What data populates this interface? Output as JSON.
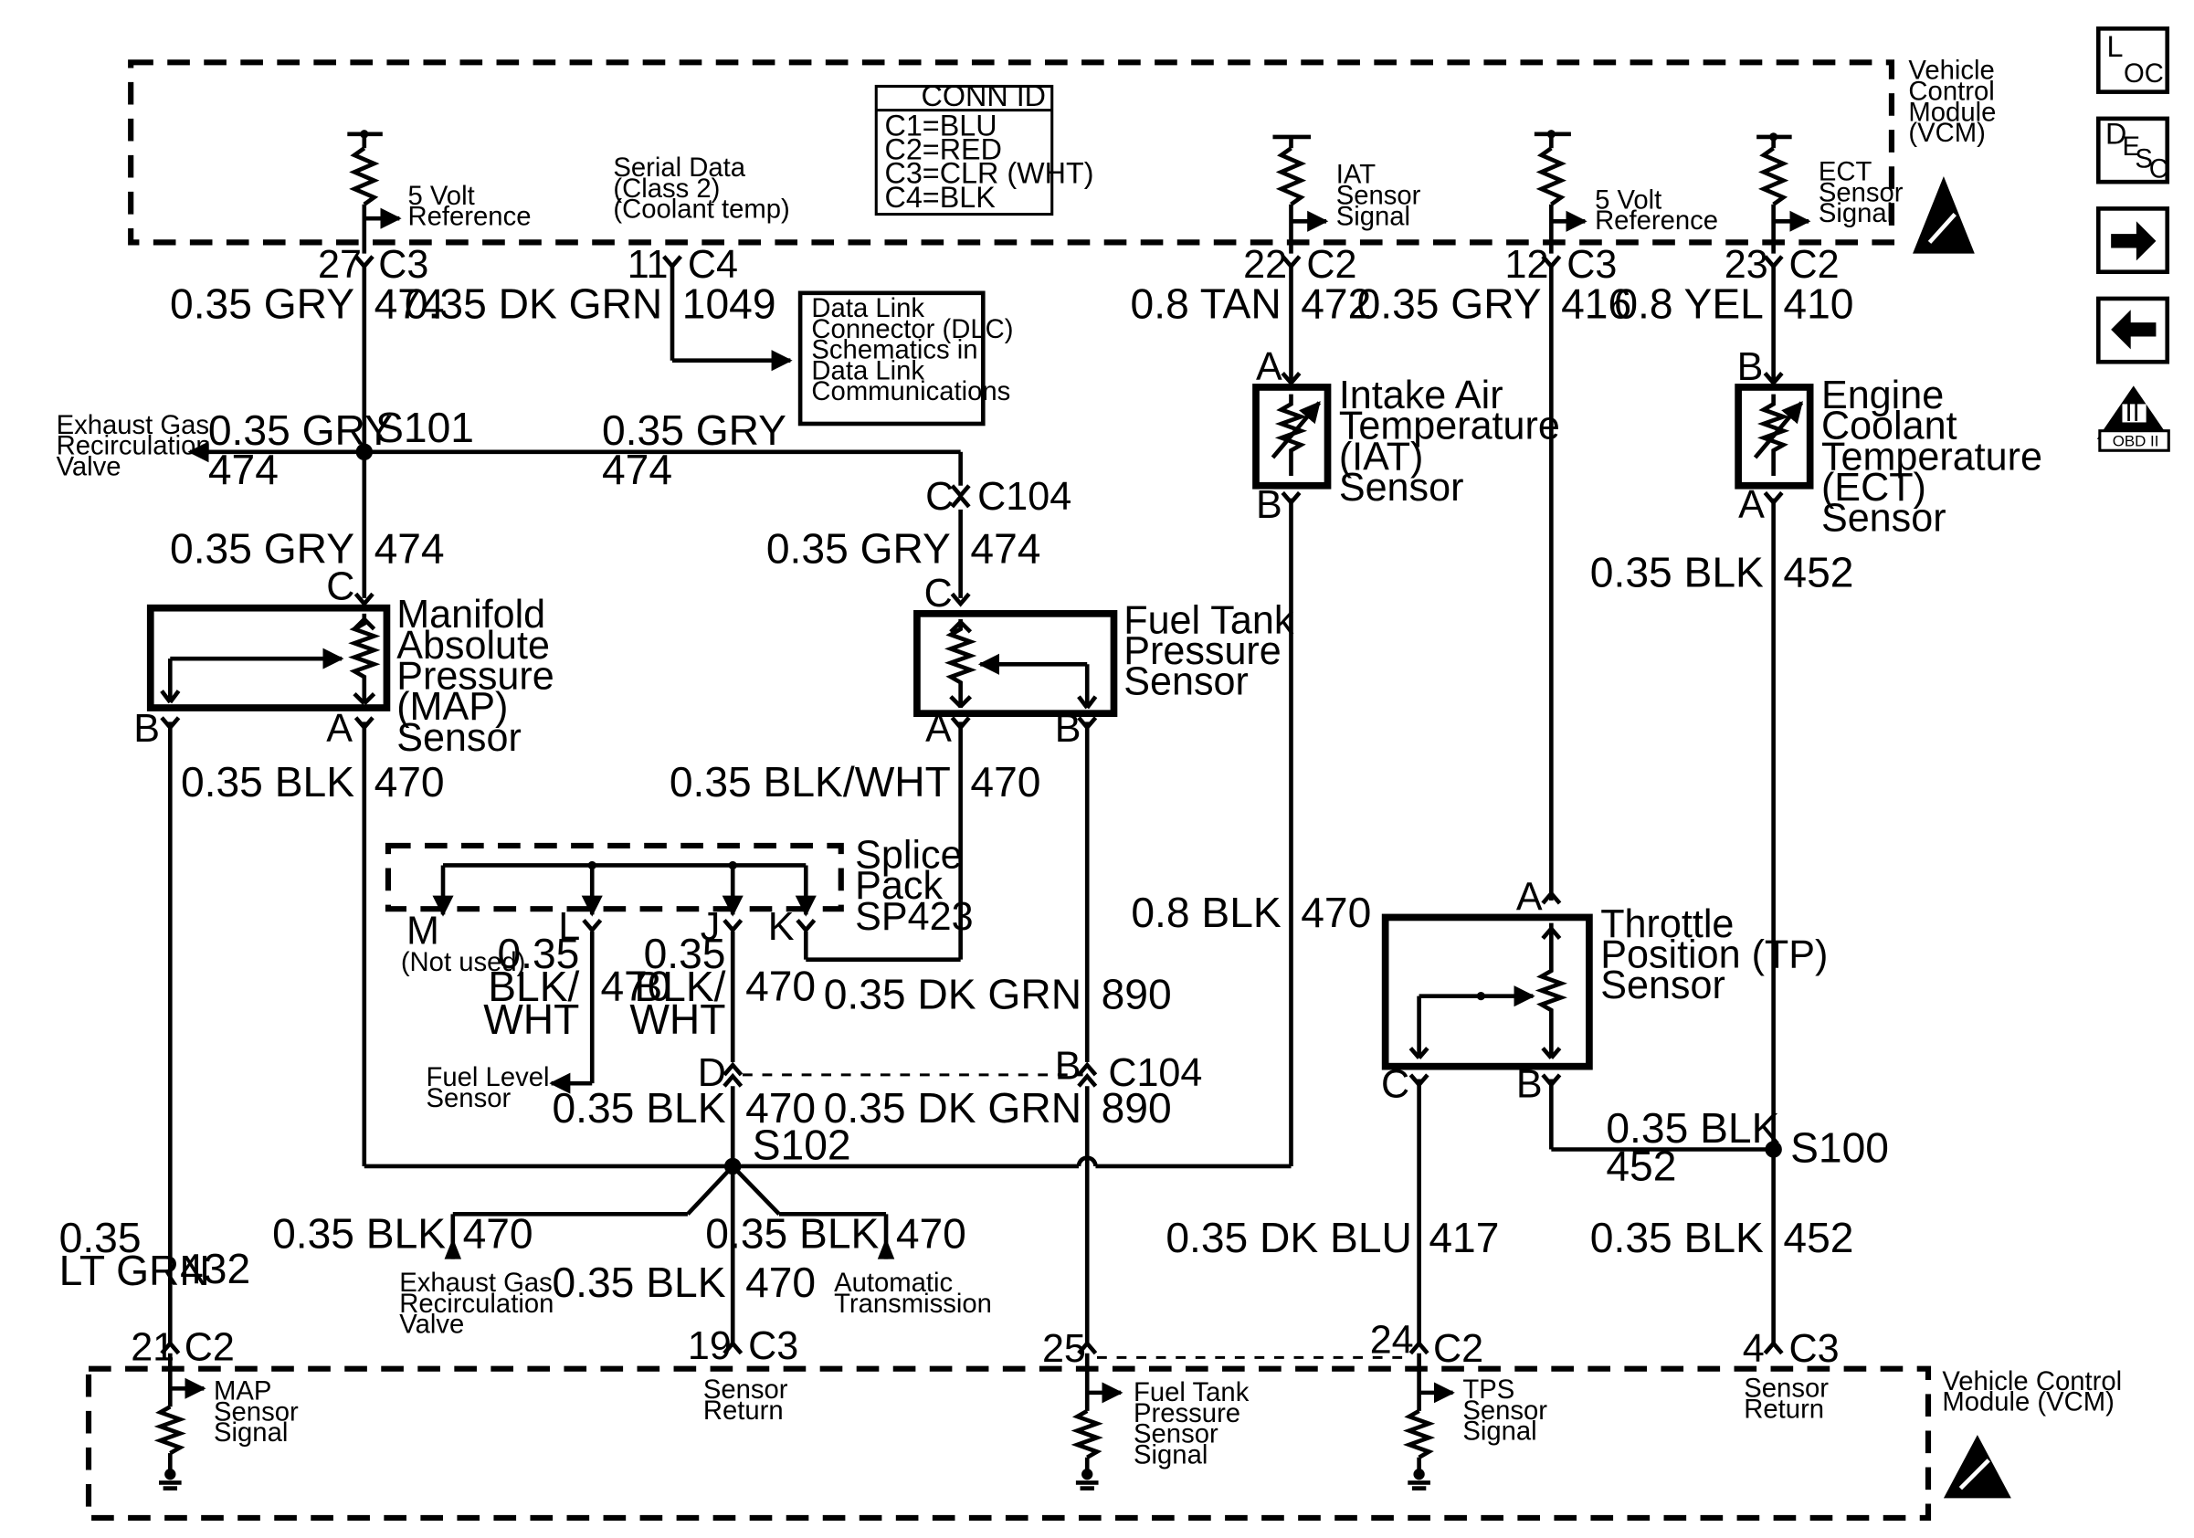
{
  "modules": {
    "top_title": "Vehicle\nControl\nModule\n(VCM)",
    "bottom_title": "Vehicle Control\nModule (VCM)"
  },
  "conn_id": {
    "title": "CONN ID",
    "lines": [
      "C1=BLU",
      "C2=RED",
      "C3=CLR (WHT)",
      "C4=BLK"
    ]
  },
  "top_pins": {
    "p27": "27",
    "c27": "C3",
    "ref5v_a": "5 Volt\nReference",
    "p11": "11",
    "c11": "C4",
    "serial": "Serial Data\n(Class 2)\n(Coolant temp)",
    "p22": "22",
    "c22": "C2",
    "iat_sig": "IAT\nSensor\nSignal",
    "p12": "12",
    "c12": "C3",
    "ref5v_b": "5 Volt\nReference",
    "p23": "23",
    "c23": "C2",
    "ect_sig": "ECT\nSensor\nSignal"
  },
  "wires": {
    "w27_color": "0.35 GRY",
    "w27_ckt": "474",
    "w11_color": "0.35 DK GRN",
    "w11_ckt": "1049",
    "w22_color": "0.8 TAN",
    "w22_ckt": "472",
    "w12_color": "0.35 GRY",
    "w12_ckt": "416",
    "w23_color": "0.8 YEL",
    "w23_ckt": "410",
    "egr_top_color": "0.35 GRY",
    "egr_top_ckt": "474",
    "s101_right_color": "0.35 GRY",
    "s101_right_ckt": "474",
    "map_c_color": "0.35 GRY",
    "map_c_ckt": "474",
    "ft_c_color": "0.35 GRY",
    "ft_c_ckt": "474",
    "map_a_color": "0.35 BLK",
    "map_a_ckt": "470",
    "ft_a_color": "0.35 BLK/WHT",
    "ft_a_ckt": "470",
    "iat_b_color": "0.8 BLK",
    "iat_b_ckt": "470",
    "ect_a_color": "0.35 BLK",
    "ect_a_ckt": "452",
    "ft_b_color": "0.35 DK GRN",
    "ft_b_ckt": "890",
    "sp_l_color": "0.35\nBLK/\nWHT",
    "sp_l_ckt": "470",
    "sp_j_color": "0.35\nBLK/\nWHT",
    "sp_j_ckt": "470",
    "d_color": "0.35 BLK",
    "d_ckt": "470",
    "c104b_color": "0.35 DK GRN",
    "c104b_ckt": "890",
    "tp_b_color": "0.35 BLK",
    "tp_b_ckt": "452",
    "egr_bot_color": "0.35 BLK",
    "egr_bot_ckt": "470",
    "ret19_color": "0.35 BLK",
    "ret19_ckt": "470",
    "trans_color": "0.35 BLK",
    "trans_ckt": "470",
    "map_sig_color": "0.35\nLT GRN",
    "map_sig_ckt": "432",
    "tp_c_color": "0.35 DK BLU",
    "tp_c_ckt": "417",
    "ret4_color": "0.35 BLK",
    "ret4_ckt": "452"
  },
  "splices": {
    "s101": "S101",
    "s102": "S102",
    "s100": "S100",
    "c104_top": "C104",
    "c104_bot": "C104"
  },
  "components": {
    "map_sensor": "Manifold\nAbsolute\nPressure\n(MAP)\nSensor",
    "fuel_tank_sensor": "Fuel Tank\nPressure\nSensor",
    "iat_sensor": "Intake Air\nTemperature\n(IAT)\nSensor",
    "ect_sensor": "Engine\nCoolant\nTemperature\n(ECT)\nSensor",
    "tp_sensor": "Throttle\nPosition (TP)\nSensor",
    "splice_pack": "Splice\nPack\nSP423",
    "dlc_box": "Data Link\nConnector (DLC)\nSchematics in\nData Link\nCommunications",
    "egr_valve_top": "Exhaust Gas\nRecirculation\nValve",
    "egr_valve_bottom": "Exhaust Gas\nRecirculation\nValve",
    "auto_trans": "Automatic\nTransmission",
    "fuel_level": "Fuel Level\nSensor"
  },
  "pin_letters": {
    "map_c": "C",
    "map_b": "B",
    "map_a": "A",
    "ft_c": "C",
    "ft_a": "A",
    "ft_b": "B",
    "iat_a": "A",
    "iat_b": "B",
    "ect_b": "B",
    "ect_a": "A",
    "tp_a": "A",
    "tp_c": "C",
    "tp_b": "B",
    "sp_m": "M",
    "sp_m_note": "(Not used)",
    "sp_l": "L",
    "sp_j": "J",
    "sp_k": "K",
    "c104_c": "C",
    "c104_d": "D",
    "c104_b": "B"
  },
  "bottom_pins": {
    "p21": "21",
    "c21": "C2",
    "map_sig": "MAP\nSensor\nSignal",
    "p19": "19",
    "c19": "C3",
    "ret19": "Sensor\nReturn",
    "p25": "25",
    "ft_sig": "Fuel Tank\nPressure\nSensor\nSignal",
    "p24": "24",
    "c24": "C2",
    "tps_sig": "TPS\nSensor\nSignal",
    "p4": "4",
    "c4": "C3",
    "ret4": "Sensor\nReturn"
  },
  "sidebar": {
    "loc": {
      "big": "L",
      "sub": "OC"
    },
    "desc": {
      "big": "D",
      "sub1": "E",
      "sub2": "S",
      "sub3": "C"
    },
    "next_icon": "arrow-right",
    "prev_icon": "arrow-left",
    "obd_mark": "II",
    "obd_label": "OBD II"
  }
}
